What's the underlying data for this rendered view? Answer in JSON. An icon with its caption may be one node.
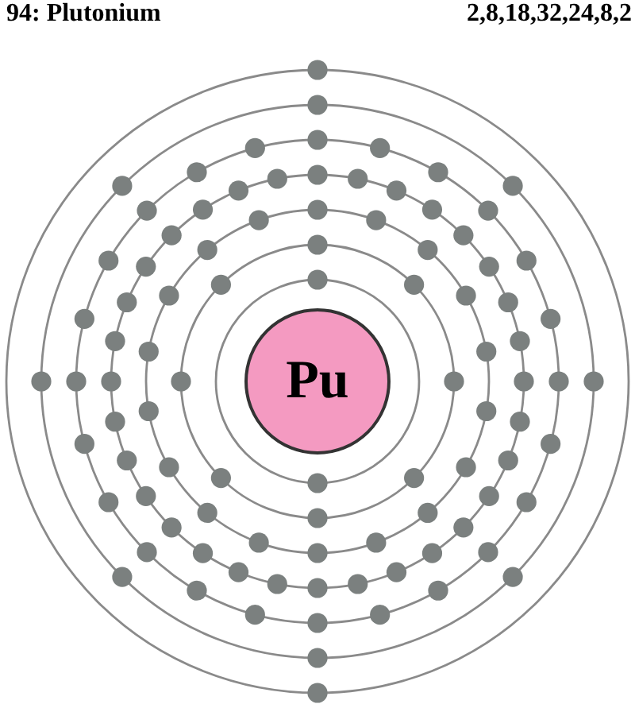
{
  "diagram": {
    "title": "94: Plutonium",
    "nodes": [
      {
        "text": [
          "Pu"
        ]
      }
    ],
    "labels": [
      "2,8,18,32,24,8,2"
    ]
  }
}
